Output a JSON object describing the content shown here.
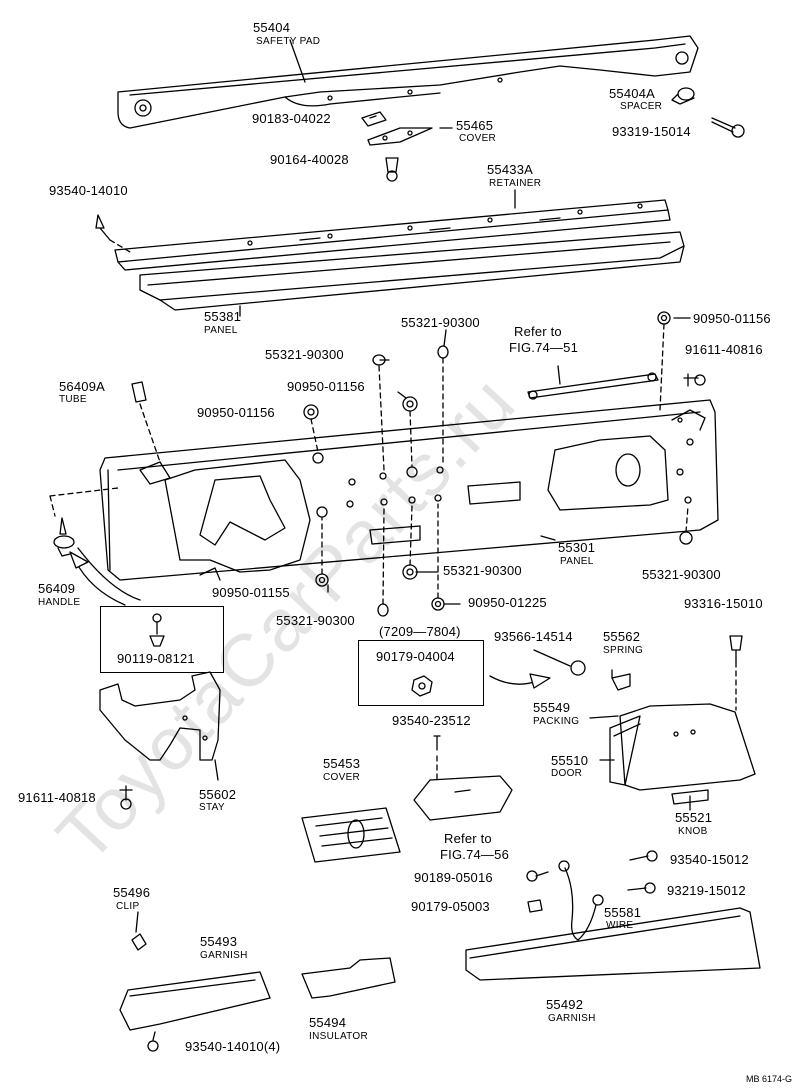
{
  "watermark": "ToyotaCarParts.ru",
  "figure_code": "MB 6174-G",
  "refs": {
    "fig_51": {
      "line1": "Refer to",
      "line2": "FIG.74—51"
    },
    "fig_56": {
      "line1": "Refer to",
      "line2": "FIG.74—56"
    },
    "date_range": "(7209—7804)"
  },
  "parts": {
    "p55404": {
      "number": "55404",
      "name": "SAFETY PAD"
    },
    "p55404a": {
      "number": "55404A",
      "name": "SPACER"
    },
    "p93319_15014": {
      "number": "93319-15014"
    },
    "p90183_04022": {
      "number": "90183-04022"
    },
    "p55465": {
      "number": "55465",
      "name": "COVER"
    },
    "p90164_40028": {
      "number": "90164-40028"
    },
    "p93540_14010": {
      "number": "93540-14010"
    },
    "p55433a": {
      "number": "55433A",
      "name": "RETAINER"
    },
    "p55381": {
      "number": "55381",
      "name": "PANEL"
    },
    "p55321_a": {
      "number": "55321-90300"
    },
    "p55321_b": {
      "number": "55321-90300"
    },
    "p55321_c": {
      "number": "55321-90300"
    },
    "p55321_d": {
      "number": "55321-90300"
    },
    "p55321_e": {
      "number": "55321-90300"
    },
    "p90950_01156_a": {
      "number": "90950-01156"
    },
    "p90950_01156_b": {
      "number": "90950-01156"
    },
    "p90950_01156_c": {
      "number": "90950-01156"
    },
    "p91611_40816": {
      "number": "91611-40816"
    },
    "p56409a": {
      "number": "56409A",
      "name": "TUBE"
    },
    "p55301": {
      "number": "55301",
      "name": "PANEL"
    },
    "p90950_01155": {
      "number": "90950-01155"
    },
    "p90950_01225": {
      "number": "90950-01225"
    },
    "p56409": {
      "number": "56409",
      "name": "HANDLE"
    },
    "p90119_08121": {
      "number": "90119-08121"
    },
    "p90179_04004": {
      "number": "90179-04004"
    },
    "p93566_14514": {
      "number": "93566-14514"
    },
    "p55562": {
      "number": "55562",
      "name": "SPRING"
    },
    "p93316_15010": {
      "number": "93316-15010"
    },
    "p55549": {
      "number": "55549",
      "name": "PACKING"
    },
    "p55510": {
      "number": "55510",
      "name": "DOOR"
    },
    "p55521": {
      "number": "55521",
      "name": "KNOB"
    },
    "p93540_23512": {
      "number": "93540-23512"
    },
    "p55602": {
      "number": "55602",
      "name": "STAY"
    },
    "p91611_40818": {
      "number": "91611-40818"
    },
    "p55453": {
      "number": "55453",
      "name": "COVER"
    },
    "p93540_15012": {
      "number": "93540-15012"
    },
    "p90189_05016": {
      "number": "90189-05016"
    },
    "p93219_15012": {
      "number": "93219-15012"
    },
    "p90179_05003": {
      "number": "90179-05003"
    },
    "p55581": {
      "number": "55581",
      "name": "WIRE"
    },
    "p55496": {
      "number": "55496",
      "name": "CLIP"
    },
    "p55493": {
      "number": "55493",
      "name": "GARNISH"
    },
    "p55494": {
      "number": "55494",
      "name": "INSULATOR"
    },
    "p55492": {
      "number": "55492",
      "name": "GARNISH"
    },
    "p93540_14010_4": {
      "number": "93540-14010(4)"
    }
  }
}
